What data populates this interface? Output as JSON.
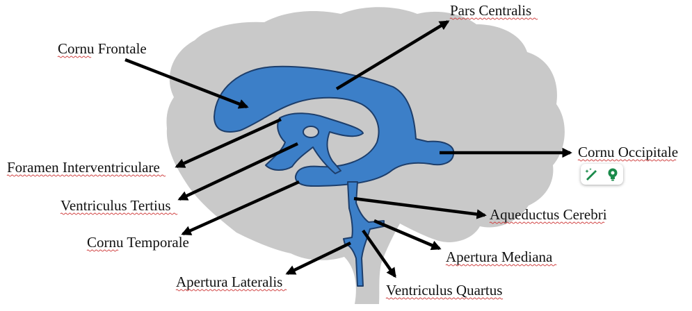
{
  "labels": {
    "pars_centralis": "Pars Centralis",
    "cornu_frontale": "Cornu Frontale",
    "cornu_occipitale": "Cornu Occipitale",
    "foramen_interventriculare": "Foramen Interventriculare",
    "ventriculus_tertius": "Ventriculus Tertius",
    "aqueductus_cerebri": "Aqueductus Cerebri",
    "cornu_temporale": "Cornu Temporale",
    "apertura_mediana": "Apertura Mediana",
    "apertura_lateralis": "Apertura Lateralis",
    "ventriculus_quartus": "Ventriculus Quartus"
  },
  "colors": {
    "brain": "#c9c9c9",
    "ventricle_fill": "#3c7fc8",
    "ventricle_outline": "#1d3e6b",
    "arrow": "#000000",
    "spellcheck_underline": "#d04040",
    "toolbar_green": "#1a8a4a"
  },
  "toolbar": {
    "icons": [
      "magic-pen-icon",
      "lightbulb-icon"
    ]
  }
}
